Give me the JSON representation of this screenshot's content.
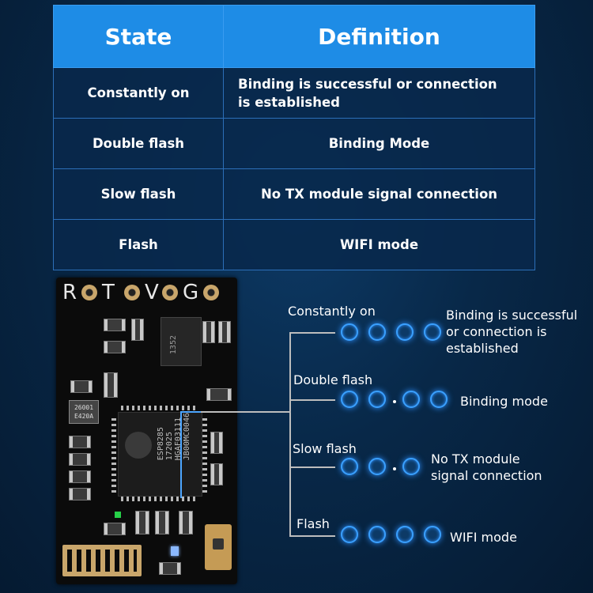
{
  "table": {
    "header": {
      "state": "State",
      "definition": "Definition"
    },
    "rows": [
      {
        "state": "Constantly on",
        "definition_line1": "Binding is successful or connection",
        "definition_line2": "is established"
      },
      {
        "state": "Double flash",
        "definition": "Binding Mode"
      },
      {
        "state": "Slow flash",
        "definition": "No TX module signal connection"
      },
      {
        "state": "Flash",
        "definition": "WIFI mode"
      }
    ]
  },
  "board": {
    "pin_labels": [
      "R",
      "T",
      "V",
      "G"
    ],
    "chip_text": [
      "ESP8285",
      "172025",
      "HGAF03111",
      "JB00MC0046"
    ],
    "regulator_text": "1352",
    "crystal_text": [
      "26001",
      "E420A"
    ]
  },
  "legend": {
    "items": [
      {
        "label": "Constantly on",
        "desc_lines": [
          "Binding is successful",
          "or connection is",
          "established"
        ]
      },
      {
        "label": "Double flash",
        "desc_lines": [
          "Binding mode"
        ]
      },
      {
        "label": "Slow flash",
        "desc_lines": [
          "No TX module",
          "signal connection"
        ]
      },
      {
        "label": "Flash",
        "desc_lines": [
          "WIFI mode"
        ]
      }
    ]
  },
  "colors": {
    "header_blue": "#1e8ce6",
    "led_glow": "#3aa0ff",
    "background": "#082848"
  }
}
